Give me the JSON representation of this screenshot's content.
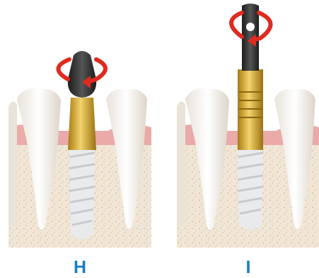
{
  "panels": [
    {
      "label": "H",
      "tool": "short-driver"
    },
    {
      "label": "I",
      "tool": "long-driver"
    }
  ],
  "colors": {
    "label": "#1a7fc4",
    "bone": "#f2e7d8",
    "gum": "#e8a7a7",
    "tooth": "#f7f4ee",
    "gold": "#d4a92a",
    "driver": "#2f2f2f",
    "arrow": "#e02a1f",
    "implant": "#f0f0f0"
  }
}
